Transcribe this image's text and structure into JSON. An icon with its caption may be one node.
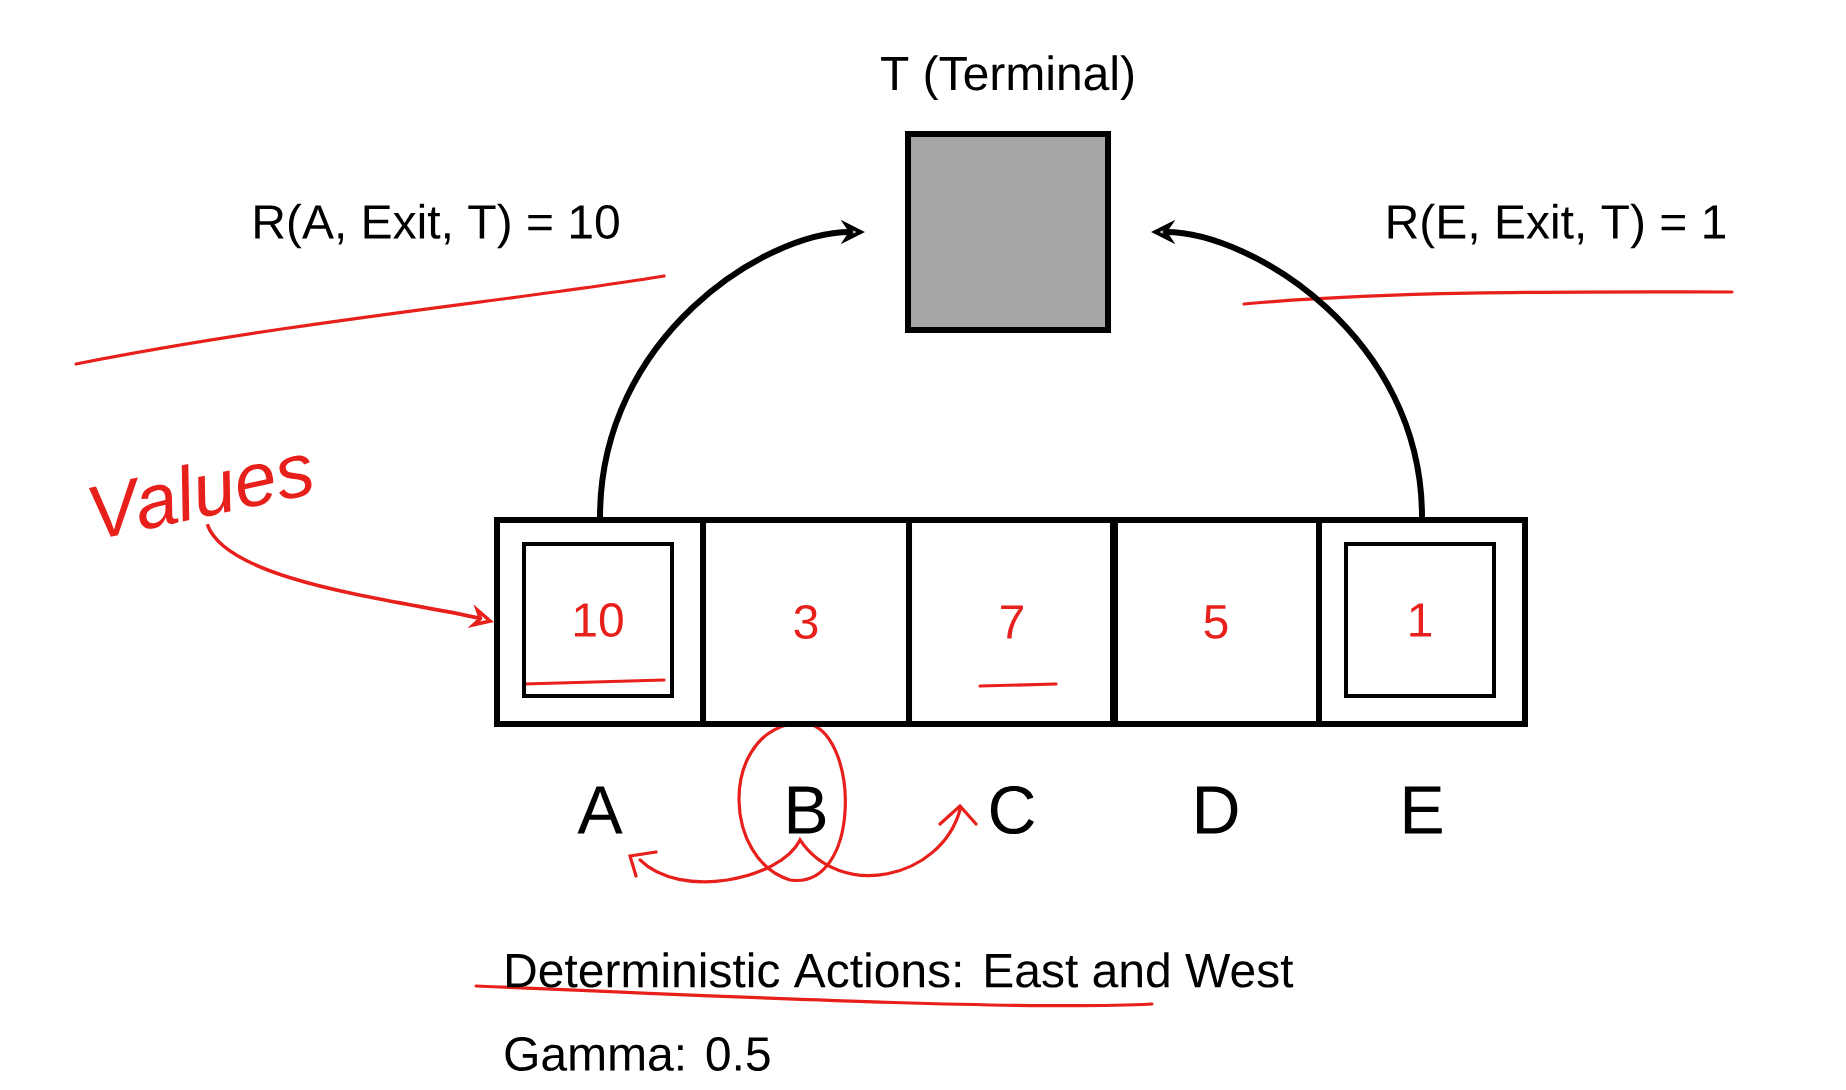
{
  "diagram": {
    "nodes": [
      {
        "text": [
          "T (Terminal)"
        ]
      },
      {
        "text": [],
        "shape": "box",
        "beside": [
          "A"
        ]
      },
      {
        "text": [
          "10"
        ],
        "in": 1
      },
      {
        "text": [
          "3"
        ],
        "beside": [
          "B"
        ]
      },
      {
        "text": [
          "7"
        ],
        "beside": [
          "C"
        ]
      },
      {
        "text": [
          "5"
        ],
        "beside": [
          "D"
        ]
      },
      {
        "text": [],
        "shape": "box",
        "beside": [
          "E"
        ]
      },
      {
        "text": [
          "1"
        ],
        "in": 6
      },
      {
        "text": [
          "Values"
        ]
      }
    ],
    "edges": [
      {
        "from": 1,
        "to": 0,
        "arrow": "to",
        "label": "R(A, Exit, T) = 10"
      },
      {
        "from": 6,
        "to": 0,
        "arrow": "to",
        "label": "R(E, Exit, T) = 1"
      },
      {
        "from": 8,
        "to": 1,
        "arrow": "to",
        "color": "#e8201c"
      }
    ],
    "labels": [
      "Deterministic Actions: East and West",
      "Gamma: 0.5"
    ]
  }
}
